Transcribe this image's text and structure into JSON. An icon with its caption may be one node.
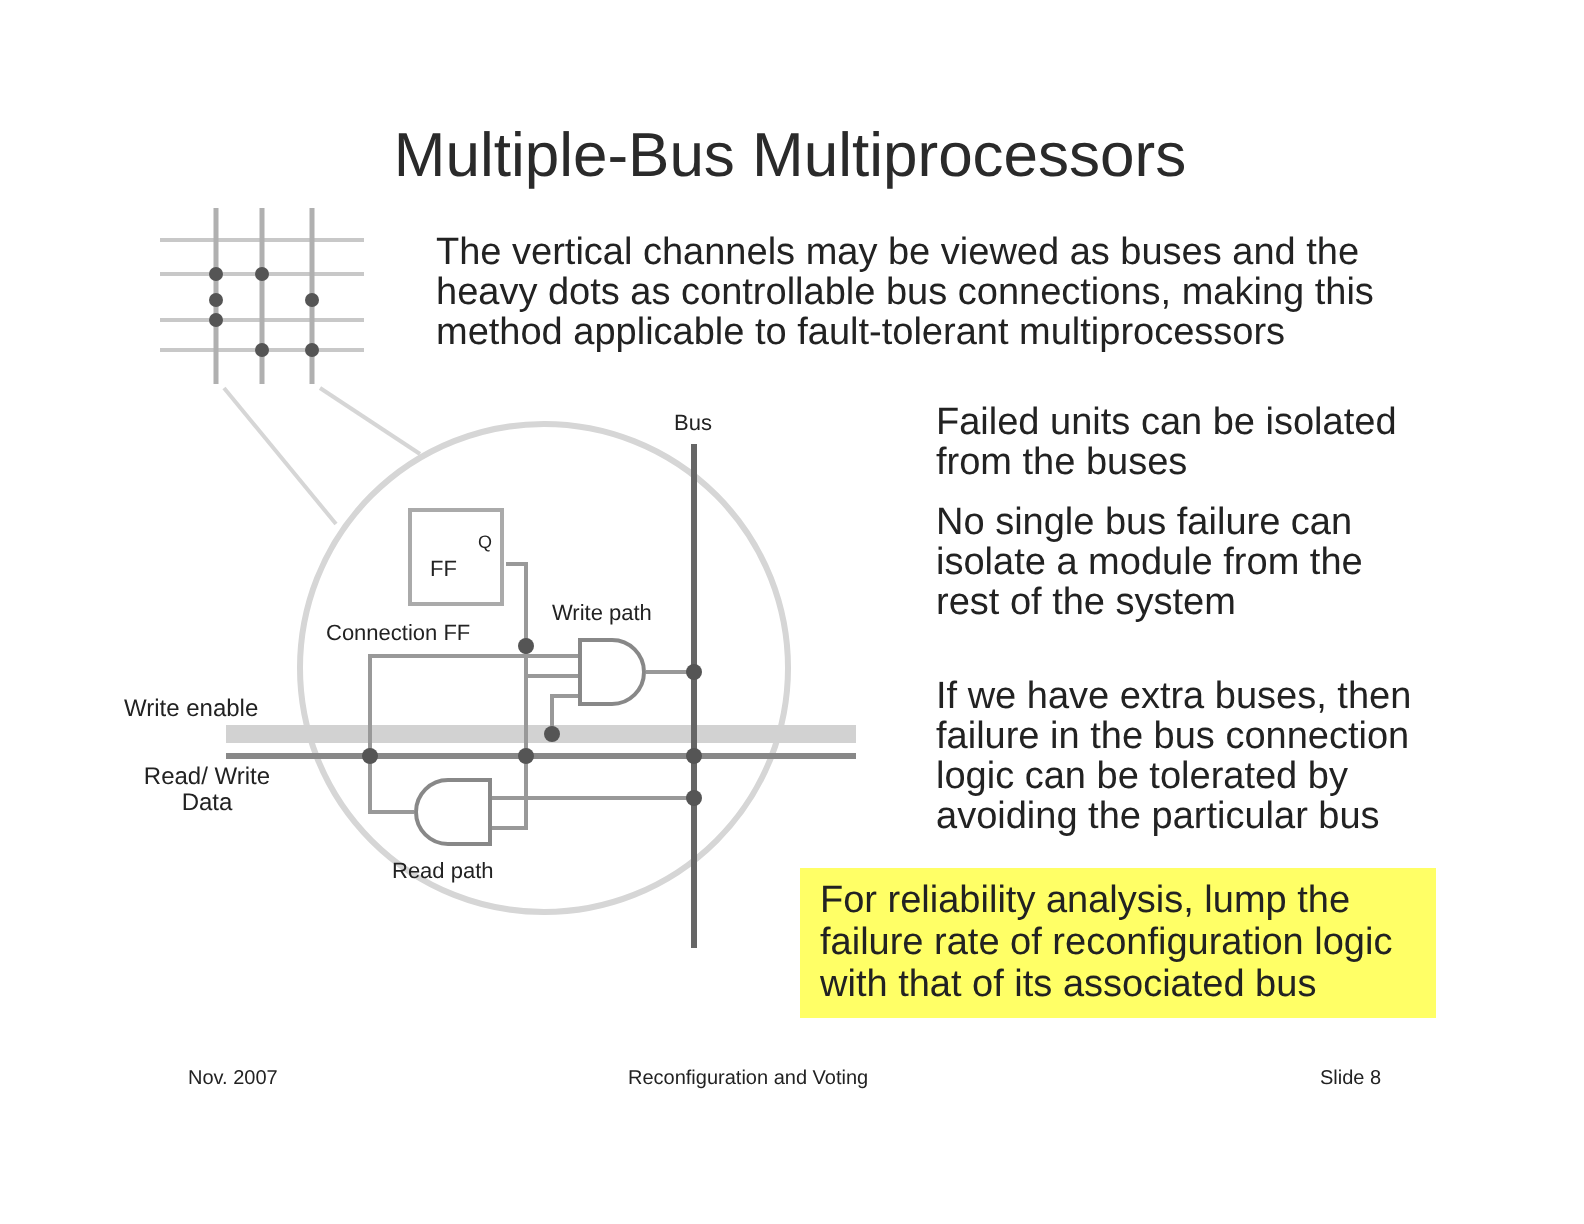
{
  "diagram": {
    "title": "Multiple-Bus Multiprocessors",
    "nodes": [
      {
        "text": [
          "FF",
          "Q"
        ],
        "beside": [
          "Connection FF"
        ]
      },
      {
        "text": [],
        "shape": "gate",
        "beside": [
          "Write path"
        ]
      },
      {
        "text": [],
        "shape": "gate",
        "beside": [
          "Read path"
        ]
      },
      {
        "text": [
          "For reliability analysis, lump the failure rate of reconfiguration logic with that of its associated bus"
        ]
      }
    ],
    "edges": [
      {
        "from": 0,
        "to": 1,
        "arrow": "none"
      },
      {
        "from": 0,
        "to": 2,
        "arrow": "none"
      },
      {
        "from": 1,
        "to": 2,
        "arrow": "none"
      }
    ],
    "labels": [
      "The vertical channels may be viewed as buses and the heavy dots as controllable bus connections, making this method applicable to fault-tolerant multiprocessors",
      "Failed units can be isolated from the buses",
      "Bus",
      "No single bus failure can isolate a module from the rest of the system",
      "Write enable",
      "If we have extra buses, then failure in the bus connection logic can be tolerated by avoiding the particular bus",
      "Read/ Write Data",
      "Nov. 2007",
      "Reconfiguration and Voting",
      "Slide 8"
    ]
  }
}
